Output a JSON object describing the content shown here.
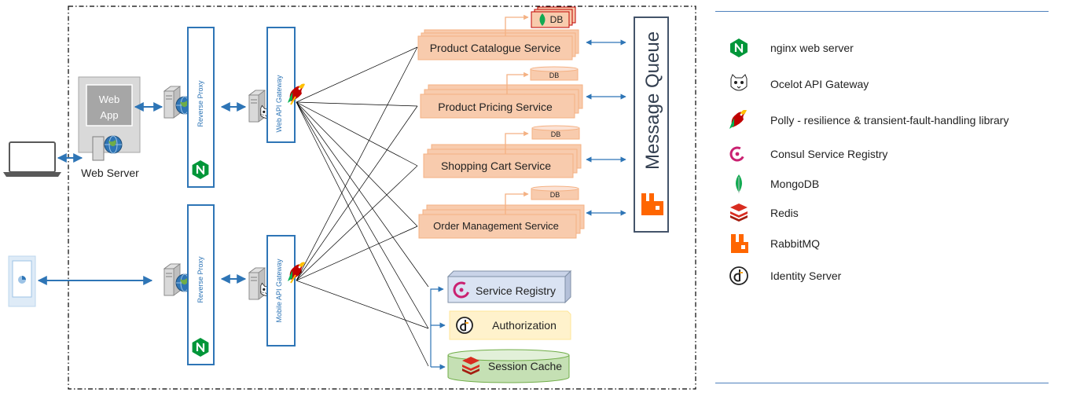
{
  "colors": {
    "service_fill": "#f8cbad",
    "service_border": "#f4b183",
    "gateway_border": "#2e75b6",
    "arrow": "#2e75b6",
    "nginx": "#009639",
    "consul": "#ca2171",
    "redis": "#d82c20",
    "rabbitmq": "#ff6600",
    "mongodb": "#13aa52"
  },
  "web_app": {
    "title_line1": "Web",
    "title_line2": "App",
    "server_label": "Web Server"
  },
  "web_stack": {
    "reverse_proxy_label": "Reverse Proxy",
    "gateway_label": "Web API Gateway"
  },
  "mobile_stack": {
    "reverse_proxy_label": "Reverse Proxy",
    "gateway_label": "Mobile API  Gateway"
  },
  "services": [
    {
      "name": "Product Catalogue Service",
      "db_label": "DB"
    },
    {
      "name": "Product Pricing Service",
      "db_label": "DB"
    },
    {
      "name": "Shopping Cart Service",
      "db_label": "DB"
    },
    {
      "name": "Order Management Service",
      "db_label": "DB"
    }
  ],
  "message_queue": {
    "label": "Message Queue"
  },
  "infrastructure": {
    "service_registry": "Service Registry",
    "authorization": "Authorization",
    "session_cache": "Session Cache"
  },
  "legend": [
    {
      "icon": "nginx-icon",
      "label": "nginx web server"
    },
    {
      "icon": "ocelot-icon",
      "label": "Ocelot API Gateway"
    },
    {
      "icon": "polly-icon",
      "label": "Polly - resilience & transient-fault-handling library"
    },
    {
      "icon": "consul-icon",
      "label": "Consul Service Registry"
    },
    {
      "icon": "mongodb-icon",
      "label": "MongoDB"
    },
    {
      "icon": "redis-icon",
      "label": "Redis"
    },
    {
      "icon": "rabbitmq-icon",
      "label": "RabbitMQ"
    },
    {
      "icon": "identity-server-icon",
      "label": "Identity Server"
    }
  ]
}
